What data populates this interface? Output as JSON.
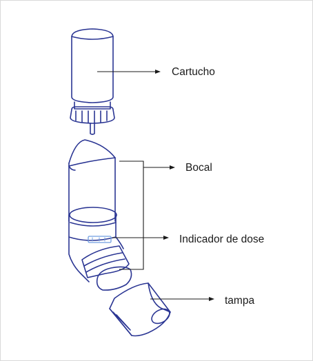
{
  "labels": {
    "cartridge": "Cartucho",
    "mouthpiece": "Bocal",
    "dose_indicator": "Indicador de dose",
    "cap": "tampa"
  },
  "colors": {
    "outline": "#2a3593",
    "leader_line": "#1a1a1a",
    "accent": "#6f9de0",
    "border": "#d9d9d9"
  }
}
